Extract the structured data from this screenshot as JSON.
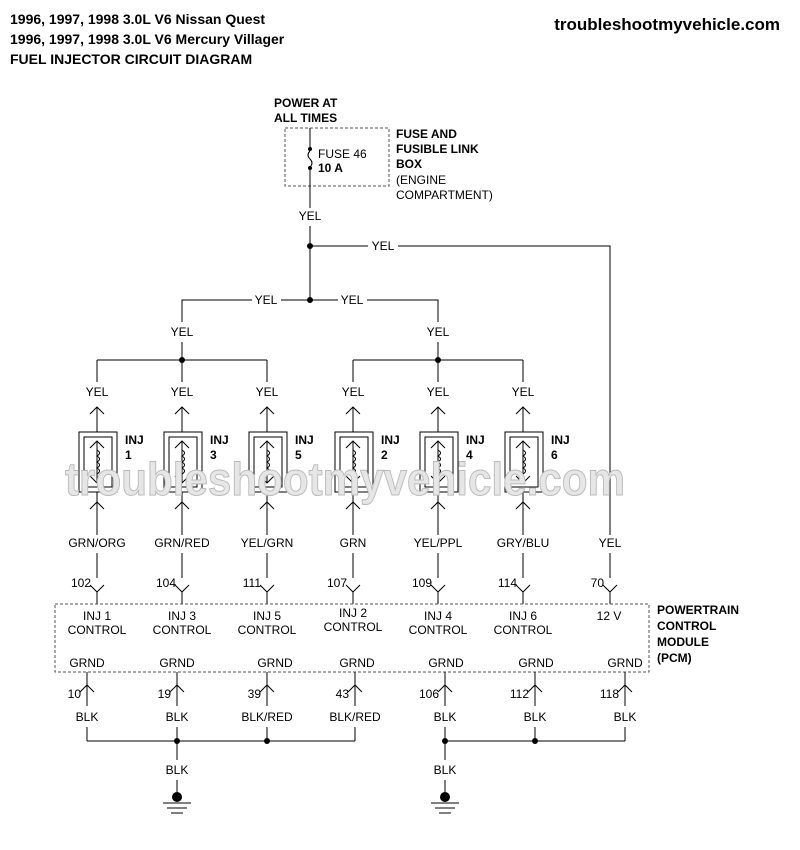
{
  "header": {
    "title_line1": "1996, 1997, 1998 3.0L V6 Nissan Quest",
    "title_line2": "1996, 1997, 1998 3.0L V6 Mercury Villager",
    "title_line3": "FUEL INJECTOR CIRCUIT DIAGRAM",
    "site": "troubleshootmyvehicle.com"
  },
  "watermark": "troubleshootmyvehicle.com",
  "power": {
    "line1": "POWER AT",
    "line2": "ALL TIMES"
  },
  "fuse": {
    "name": "FUSE 46",
    "rating": "10 A"
  },
  "fuse_box": {
    "line1": "FUSE AND",
    "line2": "FUSIBLE LINK",
    "line3": "BOX",
    "line4": "(ENGINE",
    "line5": "COMPARTMENT)"
  },
  "supply_wire": "YEL",
  "pcm_supply_wire": "YEL",
  "branch_wires": {
    "left": "YEL",
    "right": "YEL",
    "left_drop": "YEL",
    "right_drop": "YEL"
  },
  "injectors": [
    {
      "label": "INJ",
      "num": "1",
      "feed": "YEL",
      "signal_wire": "GRN/ORG",
      "pin": "102",
      "ctrl1": "INJ 1",
      "ctrl2": "CONTROL"
    },
    {
      "label": "INJ",
      "num": "3",
      "feed": "YEL",
      "signal_wire": "GRN/RED",
      "pin": "104",
      "ctrl1": "INJ 3",
      "ctrl2": "CONTROL"
    },
    {
      "label": "INJ",
      "num": "5",
      "feed": "YEL",
      "signal_wire": "YEL/GRN",
      "pin": "111",
      "ctrl1": "INJ 5",
      "ctrl2": "CONTROL"
    },
    {
      "label": "INJ",
      "num": "2",
      "feed": "YEL",
      "signal_wire": "GRN",
      "pin": "107",
      "ctrl1": "INJ 2",
      "ctrl2": "CONTROL"
    },
    {
      "label": "INJ",
      "num": "4",
      "feed": "YEL",
      "signal_wire": "YEL/PPL",
      "pin": "109",
      "ctrl1": "INJ 4",
      "ctrl2": "CONTROL"
    },
    {
      "label": "INJ",
      "num": "6",
      "feed": "YEL",
      "signal_wire": "GRY/BLU",
      "pin": "114",
      "ctrl1": "INJ 6",
      "ctrl2": "CONTROL"
    }
  ],
  "pcm_power": {
    "wire": "YEL",
    "pin": "70",
    "label": "12 V"
  },
  "pcm": {
    "line1": "POWERTRAIN",
    "line2": "CONTROL",
    "line3": "MODULE",
    "line4": "(PCM)",
    "ground_label": "GRND"
  },
  "grounds": [
    {
      "pin": "10",
      "wire": "BLK"
    },
    {
      "pin": "19",
      "wire": "BLK"
    },
    {
      "pin": "39",
      "wire": "BLK/RED"
    },
    {
      "pin": "43",
      "wire": "BLK/RED"
    },
    {
      "pin": "106",
      "wire": "BLK"
    },
    {
      "pin": "112",
      "wire": "BLK"
    },
    {
      "pin": "118",
      "wire": "BLK"
    }
  ],
  "ground_drops": [
    "BLK",
    "BLK"
  ]
}
